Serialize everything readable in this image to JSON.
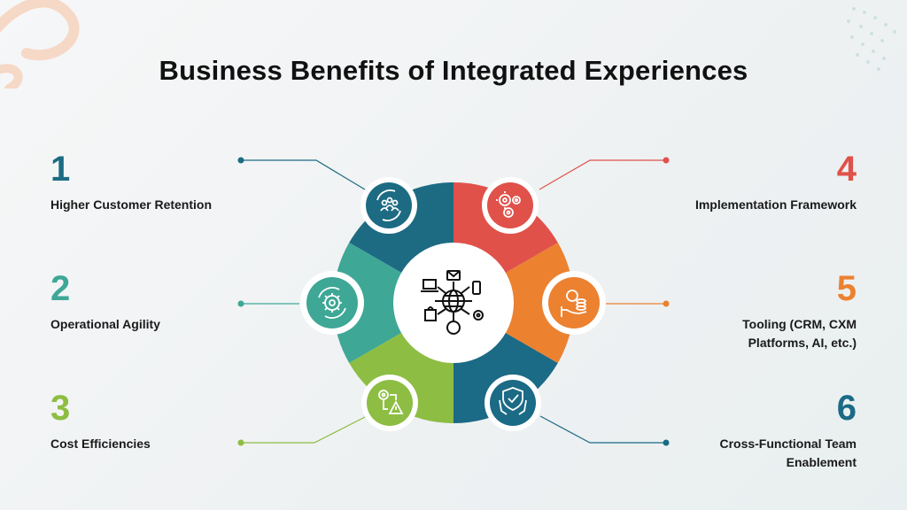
{
  "title": "Business Benefits of Integrated Experiences",
  "colors": {
    "teal_dark": "#1d6b83",
    "teal": "#3ea796",
    "green": "#8dbd43",
    "red": "#e0514a",
    "orange": "#ec8130",
    "dark_blue": "#1b6a86"
  },
  "center_icon": "omnichannel-globe-icon",
  "items": [
    {
      "number": "1",
      "label_lines": [
        "Higher Customer Retention"
      ],
      "color": "#1d6b83",
      "icon": "customer-retention-icon"
    },
    {
      "number": "2",
      "label_lines": [
        "Operational Agility"
      ],
      "color": "#3ea796",
      "icon": "gear-cycle-icon"
    },
    {
      "number": "3",
      "label_lines": [
        "Cost Efficiencies"
      ],
      "color": "#8dbd43",
      "icon": "process-warning-icon"
    },
    {
      "number": "4",
      "label_lines": [
        "Implementation Framework"
      ],
      "color": "#e0514a",
      "icon": "gears-icon"
    },
    {
      "number": "5",
      "label_lines": [
        "Tooling (CRM, CXM",
        "Platforms, AI, etc.)"
      ],
      "color": "#ec8130",
      "icon": "coins-hand-icon"
    },
    {
      "number": "6",
      "label_lines": [
        "Cross-Functional Team",
        "Enablement"
      ],
      "color": "#1b6a86",
      "icon": "shield-hands-icon"
    }
  ]
}
